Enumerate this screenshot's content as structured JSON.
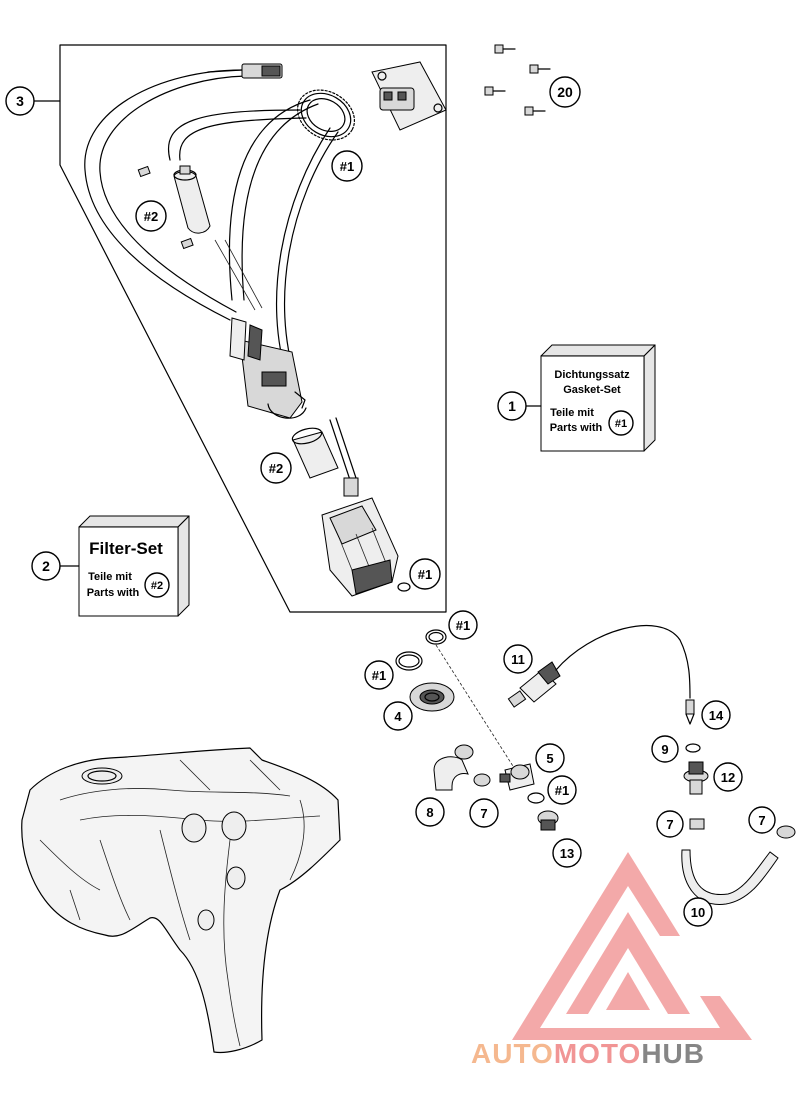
{
  "callouts": {
    "c1": "1",
    "c2": "2",
    "c3": "3",
    "c4": "4",
    "c5": "5",
    "c7a": "7",
    "c7b": "7",
    "c7c": "7",
    "c8": "8",
    "c9": "9",
    "c10": "10",
    "c11": "11",
    "c12": "12",
    "c13": "13",
    "c14": "14",
    "c20": "20"
  },
  "refs": {
    "r1_ring_top": "#1",
    "r1_pump": "#1",
    "r1_oring_a": "#1",
    "r1_oring_b": "#1",
    "r1_oring_c": "#1",
    "r2_filter": "#2",
    "r2_sleeve": "#2"
  },
  "gasket_set": {
    "title_de": "Dichtungssatz",
    "title_en": "Gasket-Set",
    "parts_de": "Teile mit",
    "parts_en": "Parts with",
    "ref": "#1"
  },
  "filter_set": {
    "title": "Filter-Set",
    "parts_de": "Teile mit",
    "parts_en": "Parts with",
    "ref": "#2"
  },
  "watermark": {
    "part1": "AUTO",
    "part2": "MOTO",
    "part3": "HUB",
    "color1": "#f4b183",
    "color2": "#f08a8a",
    "color3": "#7a7a7a",
    "logo_color": "#f2a0a0"
  }
}
